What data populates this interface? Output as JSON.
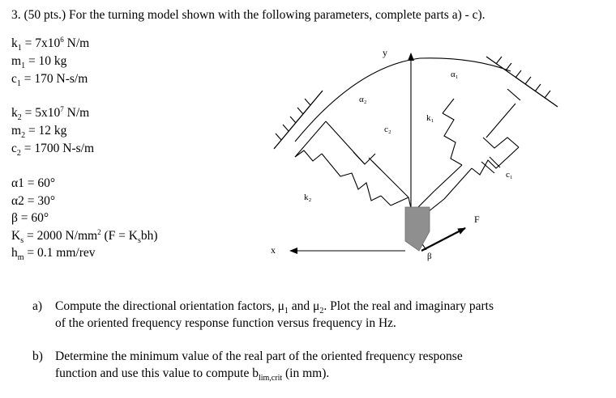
{
  "question": {
    "header": "3. (50 pts.) For the turning model shown with the following parameters, complete parts a) - c)."
  },
  "params": {
    "k1": {
      "pre": "k",
      "sub": "1",
      "mid": " = 7x10",
      "sup": "6",
      "post": " N/m"
    },
    "m1": {
      "pre": "m",
      "sub": "1",
      "post": " = 10 kg"
    },
    "c1": {
      "pre": "c",
      "sub": "1",
      "post": " = 170 N-s/m"
    },
    "k2": {
      "pre": "k",
      "sub": "2",
      "mid": " = 5x10",
      "sup": "7",
      "post": " N/m"
    },
    "m2": {
      "pre": "m",
      "sub": "2",
      "post": " = 12 kg"
    },
    "c2": {
      "pre": "c",
      "sub": "2",
      "post": " = 1700 N-s/m"
    },
    "alpha1": "α1 = 60°",
    "alpha2": "α2 = 30°",
    "beta": "β = 60°",
    "ks": {
      "pre": "K",
      "sub": "s",
      "mid": " = 2000 N/mm",
      "sup": "2",
      "post": " (F = K",
      "sub2": "s",
      "post2": "bh)"
    },
    "hm": {
      "pre": "h",
      "sub": "m",
      "post": " = 0.1 mm/rev"
    }
  },
  "diagram_labels": {
    "y": "y",
    "x": "x",
    "alpha1": "α₁",
    "alpha2": "α₂",
    "k1": "k₁",
    "c2": "c₂",
    "c1": "c₁",
    "k2": "k₂",
    "F": "F",
    "beta": "β"
  },
  "parts": [
    {
      "marker": "a)",
      "line1": {
        "a": "Compute the directional orientation factors, μ",
        "s1": "1",
        "b": " and μ",
        "s2": "2",
        "c": ". Plot the real and imaginary parts"
      },
      "line2": "of the oriented frequency response function versus frequency in Hz."
    },
    {
      "marker": "b)",
      "line1": "Determine the minimum value of the real part of the oriented frequency response",
      "line2": {
        "a": "function and use this value to compute b",
        "s": "lim,crit",
        "b": " (in mm)."
      }
    }
  ]
}
